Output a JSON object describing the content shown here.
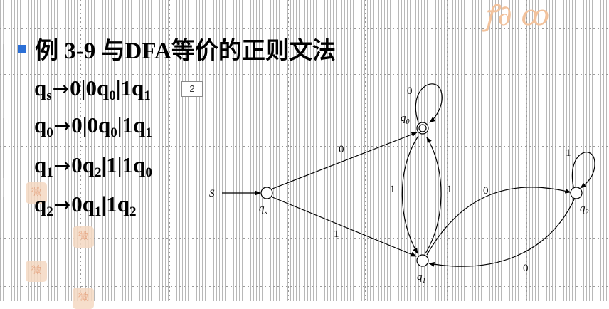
{
  "slide": {
    "title": "例 3-9 与DFA等价的正则文法",
    "page_number": "2",
    "stamp_text": "微"
  },
  "grammar": [
    {
      "lhs": "q",
      "lhs_sub": "s",
      "arrow": "→",
      "rhs": [
        {
          "t": "0|0q",
          "s": "0"
        },
        {
          "t": "|1q",
          "s": "1"
        }
      ]
    },
    {
      "lhs": "q",
      "lhs_sub": "0",
      "arrow": "→",
      "rhs": [
        {
          "t": "0|0q",
          "s": "0"
        },
        {
          "t": "|1q",
          "s": "1"
        }
      ]
    },
    {
      "lhs": "q",
      "lhs_sub": "1",
      "arrow": "→",
      "rhs": [
        {
          "t": "0q",
          "s": "2"
        },
        {
          "t": "|1|1q",
          "s": "0"
        }
      ]
    },
    {
      "lhs": "q",
      "lhs_sub": "2",
      "arrow": "→",
      "rhs": [
        {
          "t": "0q",
          "s": "1"
        },
        {
          "t": "|1q",
          "s": "2"
        }
      ]
    }
  ],
  "dfa": {
    "start_label": "S",
    "states": [
      {
        "id": "qs",
        "name": "q",
        "sub": "s",
        "accepting": false
      },
      {
        "id": "q0",
        "name": "q",
        "sub": "0",
        "accepting": true
      },
      {
        "id": "q1",
        "name": "q",
        "sub": "1",
        "accepting": false
      },
      {
        "id": "q2",
        "name": "q",
        "sub": "2",
        "accepting": false
      }
    ],
    "transitions": [
      {
        "from": "qs",
        "to": "q0",
        "symbol": "0"
      },
      {
        "from": "qs",
        "to": "q1",
        "symbol": "1"
      },
      {
        "from": "q0",
        "to": "q0",
        "symbol": "0"
      },
      {
        "from": "q0",
        "to": "q1",
        "symbol": "1"
      },
      {
        "from": "q1",
        "to": "q0",
        "symbol": "1"
      },
      {
        "from": "q1",
        "to": "q2",
        "symbol": "0"
      },
      {
        "from": "q2",
        "to": "q1",
        "symbol": "0"
      },
      {
        "from": "q2",
        "to": "q2",
        "symbol": "1"
      }
    ]
  }
}
